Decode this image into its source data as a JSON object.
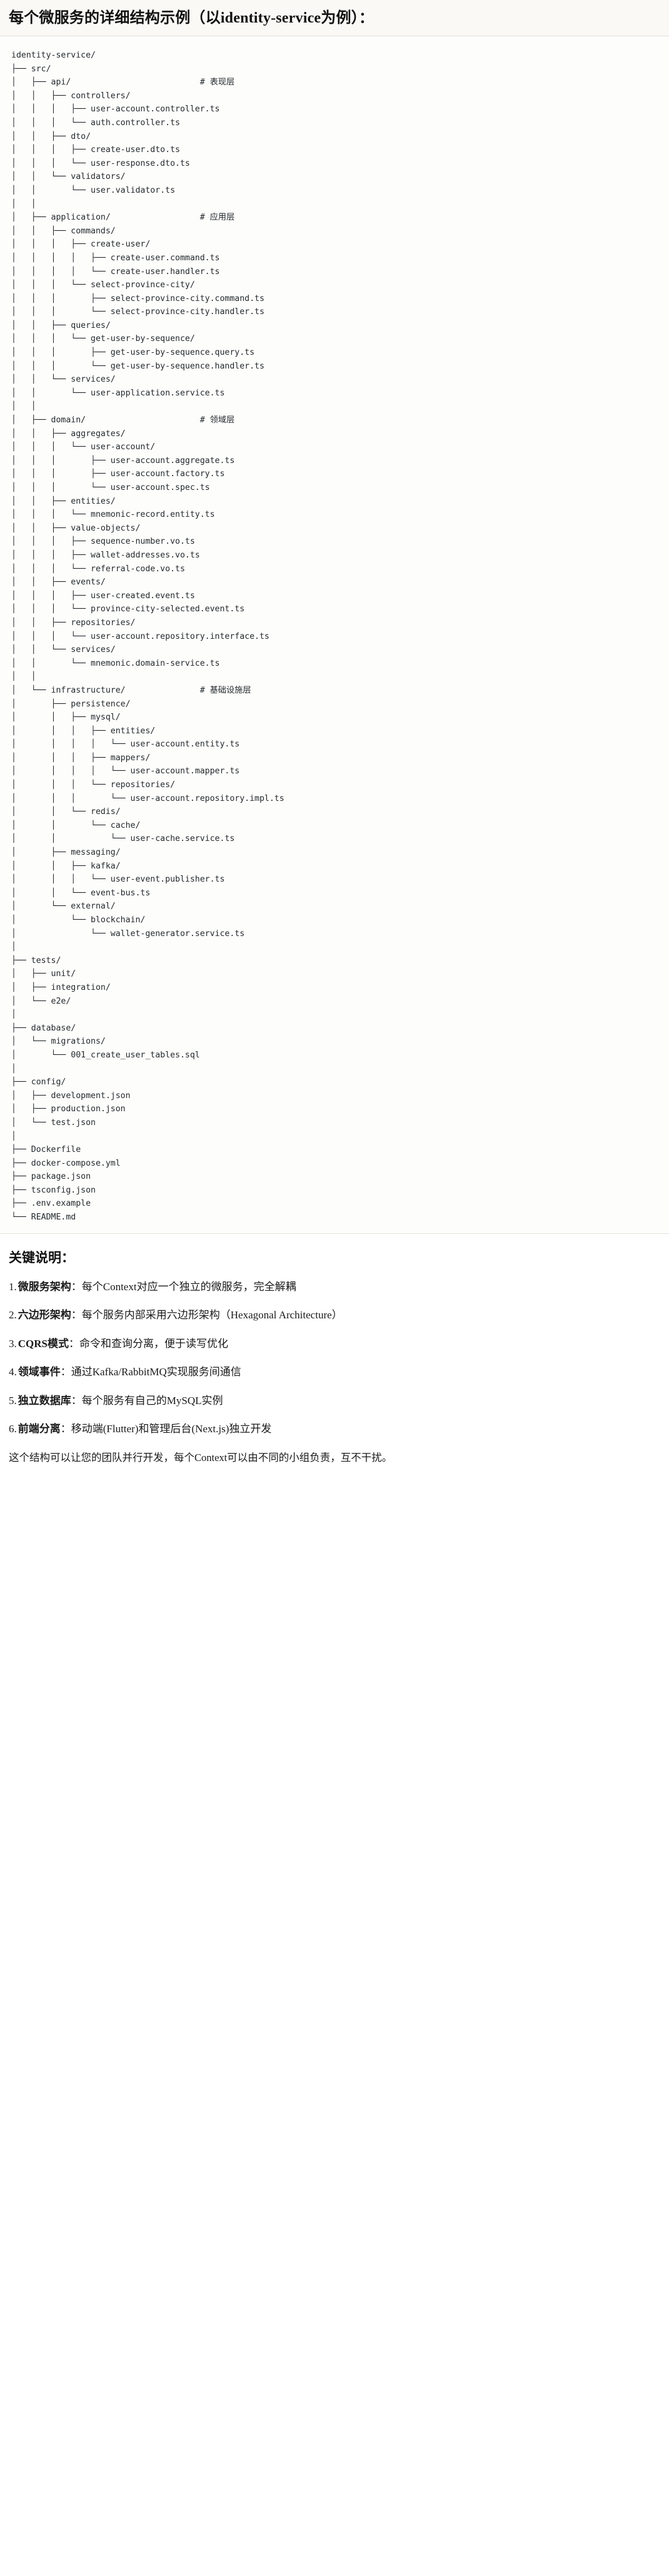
{
  "header": {
    "title": "每个微服务的详细结构示例（以identity-service为例）："
  },
  "tree": {
    "root": "identity-service/",
    "lines": [
      "identity-service/",
      "├── src/",
      "│   ├── api/                          # 表现层",
      "│   │   ├── controllers/",
      "│   │   │   ├── user-account.controller.ts",
      "│   │   │   └── auth.controller.ts",
      "│   │   ├── dto/",
      "│   │   │   ├── create-user.dto.ts",
      "│   │   │   └── user-response.dto.ts",
      "│   │   └── validators/",
      "│   │       └── user.validator.ts",
      "│   │",
      "│   ├── application/                  # 应用层",
      "│   │   ├── commands/",
      "│   │   │   ├── create-user/",
      "│   │   │   │   ├── create-user.command.ts",
      "│   │   │   │   └── create-user.handler.ts",
      "│   │   │   └── select-province-city/",
      "│   │   │       ├── select-province-city.command.ts",
      "│   │   │       └── select-province-city.handler.ts",
      "│   │   ├── queries/",
      "│   │   │   └── get-user-by-sequence/",
      "│   │   │       ├── get-user-by-sequence.query.ts",
      "│   │   │       └── get-user-by-sequence.handler.ts",
      "│   │   └── services/",
      "│   │       └── user-application.service.ts",
      "│   │",
      "│   ├── domain/                       # 领域层",
      "│   │   ├── aggregates/",
      "│   │   │   └── user-account/",
      "│   │   │       ├── user-account.aggregate.ts",
      "│   │   │       ├── user-account.factory.ts",
      "│   │   │       └── user-account.spec.ts",
      "│   │   ├── entities/",
      "│   │   │   └── mnemonic-record.entity.ts",
      "│   │   ├── value-objects/",
      "│   │   │   ├── sequence-number.vo.ts",
      "│   │   │   ├── wallet-addresses.vo.ts",
      "│   │   │   └── referral-code.vo.ts",
      "│   │   ├── events/",
      "│   │   │   ├── user-created.event.ts",
      "│   │   │   └── province-city-selected.event.ts",
      "│   │   ├── repositories/",
      "│   │   │   └── user-account.repository.interface.ts",
      "│   │   └── services/",
      "│   │       └── mnemonic.domain-service.ts",
      "│   │",
      "│   └── infrastructure/               # 基础设施层",
      "│       ├── persistence/",
      "│       │   ├── mysql/",
      "│       │   │   ├── entities/",
      "│       │   │   │   └── user-account.entity.ts",
      "│       │   │   ├── mappers/",
      "│       │   │   │   └── user-account.mapper.ts",
      "│       │   │   └── repositories/",
      "│       │   │       └── user-account.repository.impl.ts",
      "│       │   └── redis/",
      "│       │       └── cache/",
      "│       │           └── user-cache.service.ts",
      "│       ├── messaging/",
      "│       │   ├── kafka/",
      "│       │   │   └── user-event.publisher.ts",
      "│       │   └── event-bus.ts",
      "│       └── external/",
      "│           └── blockchain/",
      "│               └── wallet-generator.service.ts",
      "│",
      "├── tests/",
      "│   ├── unit/",
      "│   ├── integration/",
      "│   └── e2e/",
      "│",
      "├── database/",
      "│   └── migrations/",
      "│       └── 001_create_user_tables.sql",
      "│",
      "├── config/",
      "│   ├── development.json",
      "│   ├── production.json",
      "│   └── test.json",
      "│",
      "├── Dockerfile",
      "├── docker-compose.yml",
      "├── package.json",
      "├── tsconfig.json",
      "├── .env.example",
      "└── README.md"
    ]
  },
  "notes": {
    "title": "关键说明：",
    "items": [
      {
        "lead": "微服务架构",
        "text": "：每个Context对应一个独立的微服务，完全解耦"
      },
      {
        "lead": "六边形架构",
        "text": "：每个服务内部采用六边形架构（Hexagonal Architecture）"
      },
      {
        "lead": "CQRS模式",
        "text": "：命令和查询分离，便于读写优化"
      },
      {
        "lead": "领域事件",
        "text": "：通过Kafka/RabbitMQ实现服务间通信"
      },
      {
        "lead": "独立数据库",
        "text": "：每个服务有自己的MySQL实例"
      },
      {
        "lead": "前端分离",
        "text": "：移动端(Flutter)和管理后台(Next.js)独立开发"
      }
    ],
    "closing": "这个结构可以让您的团队并行开发，每个Context可以由不同的小组负责，互不干扰。"
  },
  "colors": {
    "title_band_bg": "#faf9f6",
    "tree_band_bg": "#fdfdfb",
    "divider": "#e3e1dc",
    "text": "#1a1a1a",
    "code_text": "#24292e"
  }
}
